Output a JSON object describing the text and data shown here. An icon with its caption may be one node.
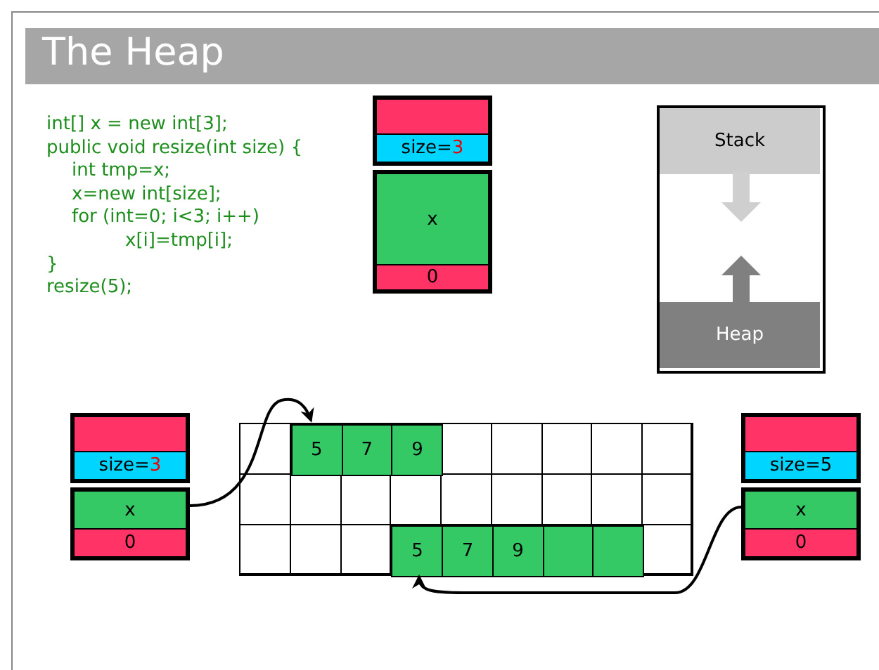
{
  "diagram": {
    "title": "The Heap",
    "nodes": [
      {
        "text": [
          "size=3"
        ]
      },
      {
        "text": [
          "x",
          "0"
        ]
      },
      {
        "text": [],
        "shape": "box"
      },
      {
        "text": [
          "Stack"
        ],
        "in": 2
      },
      {
        "text": [
          "Heap"
        ],
        "in": 2
      },
      {
        "text": [
          "size=3"
        ]
      },
      {
        "text": [
          "x",
          "0"
        ]
      },
      {
        "text": [],
        "shape": "box"
      },
      {
        "text": [
          "5"
        ],
        "in": 7
      },
      {
        "text": [
          "7"
        ],
        "in": 7
      },
      {
        "text": [
          "9"
        ],
        "in": 7
      },
      {
        "text": [
          "5"
        ],
        "in": 7
      },
      {
        "text": [
          "7"
        ],
        "in": 7
      },
      {
        "text": [
          "9"
        ],
        "in": 7
      },
      {
        "text": [],
        "shape": "box",
        "in": 7
      },
      {
        "text": [],
        "shape": "box",
        "in": 7
      },
      {
        "text": [
          "size=5"
        ]
      },
      {
        "text": [
          "x",
          "0"
        ]
      }
    ],
    "edges": [
      {
        "from": 6,
        "to": 8,
        "arrow": "to"
      },
      {
        "from": 17,
        "to": 11,
        "arrow": "to"
      }
    ],
    "labels": [
      "int[] x = new int[3];",
      "public void resize(int size) {",
      "int tmp=x;",
      "x=new int[size];",
      "for (int=0; i<3; i++)",
      "x[i]=tmp[i];",
      "}",
      "resize(5);"
    ]
  }
}
